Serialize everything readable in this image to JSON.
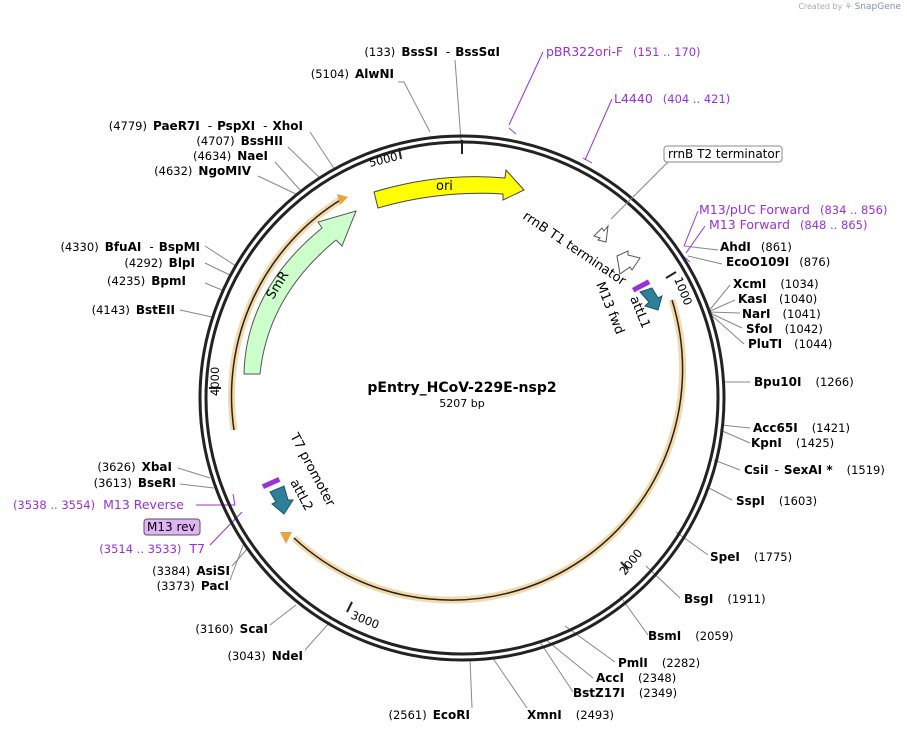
{
  "credit": {
    "prefix": "Created by",
    "brand": "SnapGene"
  },
  "plasmid": {
    "name": "pEntry_HCoV-229E-nsp2",
    "length": "5207 bp"
  },
  "ticks": [
    "5000",
    "1000",
    "2000",
    "3000",
    "4000"
  ],
  "features": {
    "ori": "ori",
    "smr": "SmR",
    "rrnb_t1": "rrnB T1 terminator",
    "m13_fwd": "M13 fwd",
    "attl1": "attL1",
    "t7_promoter": "T7 promoter",
    "attl2": "attL2",
    "rrnb_t2": "rrnB T2 terminator",
    "m13_rev": "M13 rev"
  },
  "primers": [
    {
      "name": "pBR322ori-F",
      "range": "(151 .. 170)"
    },
    {
      "name": "L4440",
      "range": "(404 .. 421)"
    },
    {
      "name": "M13/pUC Forward",
      "range": "(834 .. 856)"
    },
    {
      "name": "M13 Forward",
      "range": "(848 .. 865)"
    },
    {
      "name": "M13 Reverse",
      "range": "(3538 .. 3554)"
    },
    {
      "name": "T7",
      "range": "(3514 .. 3533)"
    }
  ],
  "sites": {
    "bsssi": {
      "pos": "(133)",
      "name": "BssSI",
      "sep": "-",
      "name2": "BssSαI"
    },
    "alwni": {
      "pos": "(5104)",
      "name": "AlwNI"
    },
    "paer7i": {
      "pos": "(4779)",
      "name": "PaeR7I",
      "sep": "-",
      "name2": "PspXI",
      "sep2": "-",
      "name3": "XhoI"
    },
    "bsshii": {
      "pos": "(4707)",
      "name": "BssHII"
    },
    "naei": {
      "pos": "(4634)",
      "name": "NaeI"
    },
    "ngomiv": {
      "pos": "(4632)",
      "name": "NgoMIV"
    },
    "bfuai": {
      "pos": "(4330)",
      "name": "BfuAI",
      "sep": "-",
      "name2": "BspMI"
    },
    "blpi": {
      "pos": "(4292)",
      "name": "BlpI"
    },
    "bpmi": {
      "pos": "(4235)",
      "name": "BpmI"
    },
    "bsteii": {
      "pos": "(4143)",
      "name": "BstEII"
    },
    "ahdi": {
      "pos": "(861)",
      "name": "AhdI"
    },
    "ecoo109i": {
      "pos": "(876)",
      "name": "EcoO109I"
    },
    "xcmi": {
      "pos": "(1034)",
      "name": "XcmI"
    },
    "kasi": {
      "pos": "(1040)",
      "name": "KasI"
    },
    "nari": {
      "pos": "(1041)",
      "name": "NarI"
    },
    "sfoi": {
      "pos": "(1042)",
      "name": "SfoI"
    },
    "pluti": {
      "pos": "(1044)",
      "name": "PluTI"
    },
    "bpu10i": {
      "pos": "(1266)",
      "name": "Bpu10I"
    },
    "acc65i": {
      "pos": "(1421)",
      "name": "Acc65I"
    },
    "kpni": {
      "pos": "(1425)",
      "name": "KpnI"
    },
    "csii": {
      "pos": "(1519)",
      "name": "CsiI",
      "sep": "-",
      "name2": "SexAI *"
    },
    "sspi": {
      "pos": "(1603)",
      "name": "SspI"
    },
    "spei": {
      "pos": "(1775)",
      "name": "SpeI"
    },
    "bsgi": {
      "pos": "(1911)",
      "name": "BsgI"
    },
    "bsmi": {
      "pos": "(2059)",
      "name": "BsmI"
    },
    "pmli": {
      "pos": "(2282)",
      "name": "PmlI"
    },
    "acci": {
      "pos": "(2348)",
      "name": "AccI"
    },
    "bstz17i": {
      "pos": "(2349)",
      "name": "BstZ17I"
    },
    "xmni": {
      "pos": "(2493)",
      "name": "XmnI"
    },
    "ecori": {
      "pos": "(2561)",
      "name": "EcoRI"
    },
    "ndei": {
      "pos": "(3043)",
      "name": "NdeI"
    },
    "scai": {
      "pos": "(3160)",
      "name": "ScaI"
    },
    "asisi": {
      "pos": "(3384)",
      "name": "AsiSI"
    },
    "paci": {
      "pos": "(3373)",
      "name": "PacI"
    },
    "xbai": {
      "pos": "(3626)",
      "name": "XbaI"
    },
    "bseri": {
      "pos": "(3613)",
      "name": "BseRI"
    }
  },
  "colors": {
    "ori": "#ffff00",
    "smr": "#ccffcc",
    "att": "#2e7f9a",
    "orf": "#e8a33d",
    "primer": "#9b30d9",
    "m13rev_fill": "#e0b3f5"
  }
}
